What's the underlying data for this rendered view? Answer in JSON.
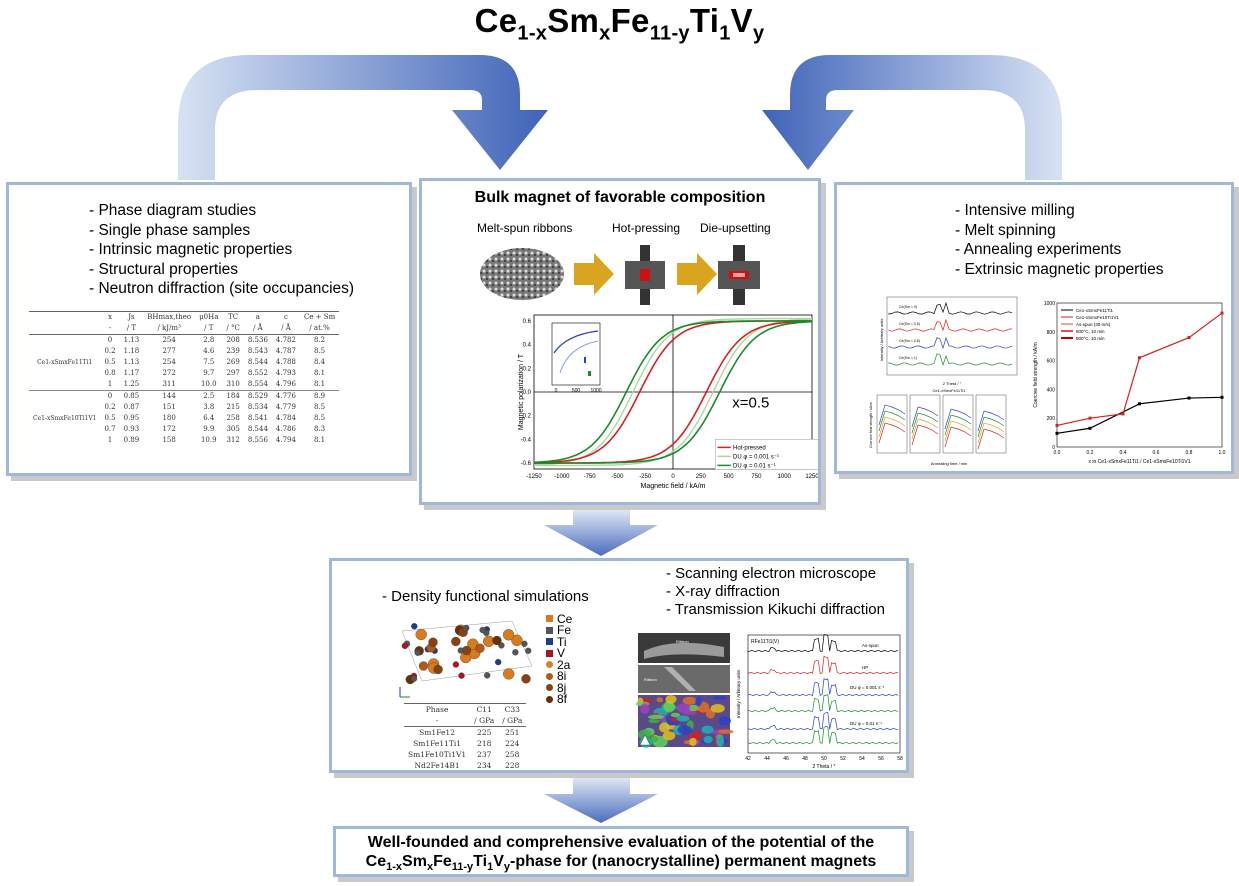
{
  "title": {
    "base": [
      "Ce",
      "Sm",
      "Fe",
      "Ti",
      "V"
    ],
    "subs": [
      "1-x",
      "x",
      "11-y",
      "1",
      "y"
    ]
  },
  "left_panel": {
    "bullets": [
      "Phase diagram studies",
      "Single phase samples",
      "Intrinsic magnetic properties",
      "Structural properties",
      "Neutron diffraction (site occupancies)"
    ],
    "table": {
      "headers1": [
        "",
        "x",
        "Js",
        "BHmax,theo",
        "μ0Ha",
        "TC",
        "a",
        "c",
        "Ce + Sm"
      ],
      "headers2": [
        "",
        "-",
        "/ T",
        "/ kJ/m³",
        "/ T",
        "/ °C",
        "/ Å",
        "/ Å",
        "/ at.%"
      ],
      "group1_label": "Ce1-xSmxFe11Ti1",
      "group1": [
        [
          "0",
          "1.13",
          "254",
          "2.8",
          "208",
          "8.536",
          "4.782",
          "8.2"
        ],
        [
          "0.2",
          "1.18",
          "277",
          "4.6",
          "239",
          "8.543",
          "4.787",
          "8.5"
        ],
        [
          "0.5",
          "1.13",
          "254",
          "7.5",
          "269",
          "8.544",
          "4.788",
          "8.4"
        ],
        [
          "0.8",
          "1.17",
          "272",
          "9.7",
          "297",
          "8.552",
          "4.793",
          "8.1"
        ],
        [
          "1",
          "1.25",
          "311",
          "10.0",
          "310",
          "8.554",
          "4.796",
          "8.1"
        ]
      ],
      "group2_label": "Ce1-xSmxFe10Ti1V1",
      "group2": [
        [
          "0",
          "0.85",
          "144",
          "2.5",
          "184",
          "8.529",
          "4.776",
          "8.9"
        ],
        [
          "0.2",
          "0.87",
          "151",
          "3.8",
          "215",
          "8.534",
          "4.779",
          "8.5"
        ],
        [
          "0.5",
          "0.95",
          "180",
          "6.4",
          "258",
          "8.541",
          "4.784",
          "8.5"
        ],
        [
          "0.7",
          "0.93",
          "172",
          "9.9",
          "305",
          "8.544",
          "4.786",
          "8.3"
        ],
        [
          "1",
          "0.89",
          "158",
          "10.9",
          "312",
          "8.556",
          "4.794",
          "8.1"
        ]
      ]
    }
  },
  "center_panel": {
    "heading": "Bulk magnet of favorable composition",
    "steps": [
      "Melt-spun ribbons",
      "Hot-pressing",
      "Die-upsetting"
    ],
    "plot": {
      "xlabel": "Magnetic field / kA/m",
      "ylabel": "Magnetic polarization / T",
      "xticks": [
        "-1250",
        "-1000",
        "-750",
        "-500",
        "-250",
        "0",
        "250",
        "500",
        "750",
        "1000",
        "1250"
      ],
      "yticks": [
        "0.6",
        "0.4",
        "0.2",
        "0.0",
        "-0.2",
        "-0.4",
        "-0.6"
      ],
      "annotation": "x=0.5",
      "legend": [
        "Hot-pressed",
        "DU φ = 0.001 s⁻¹",
        "DU φ = 0.01 s⁻¹"
      ],
      "inset_ticks": [
        "0",
        "500",
        "1000"
      ]
    }
  },
  "right_panel": {
    "bullets": [
      "Intensive milling",
      "Melt spinning",
      "Annealing experiments",
      "Extrinsic magnetic properties"
    ],
    "plot": {
      "ylabel": "Coercive field strength / kA/m",
      "xlabel": "x in Ce1-xSmxFe11Ti1 / Ce1-xSmxFe10Ti1V1",
      "yticks": [
        "1000",
        "800",
        "600",
        "400",
        "200",
        "0"
      ],
      "xticks": [
        "0.0",
        "0.2",
        "0.4",
        "0.6",
        "0.8",
        "1.0"
      ],
      "legend": [
        "Ce1-xSmxFe11Ti1",
        "Ce1-xSmxFe10Ti1V1",
        "As-spun (30 m/s)",
        "800°C, 10 min",
        "900°C, 10 min"
      ]
    },
    "xrd_xlabel": "2 Theta / °",
    "xrd_ylabel": "Intensity / Arbitrary units",
    "xrd_labels": [
      "Ce(Sm = 0)",
      "Ce(Sm = 0.5)",
      "Ce(Sm = 0.8)",
      "Ce(Sm = 1)"
    ],
    "small_title": "Ce1-xSmxFe11Ti1",
    "small_xlabel": "Annealing time / min",
    "small_ylabel": "Coercive field strength / kA/m"
  },
  "bottom_panel": {
    "left_bullet": "Density functional simulations",
    "legend": [
      "Ce",
      "Fe",
      "Ti",
      "V",
      "2a",
      "8i",
      "8j",
      "8f"
    ],
    "legend_colors": [
      "#d77b1e",
      "#555555",
      "#1e3d8f",
      "#b01020",
      "#d9802a",
      "#b05a1a",
      "#8b4010",
      "#6a2f0a"
    ],
    "elastic_table": {
      "headers1": [
        "Phase",
        "C11",
        "C33"
      ],
      "headers2": [
        "-",
        "/ GPa",
        "/ GPa"
      ],
      "rows": [
        [
          "Sm1Fe12",
          "225",
          "251"
        ],
        [
          "Sm1Fe11Ti1",
          "218",
          "224"
        ],
        [
          "Sm1Fe10Ti1V1",
          "237",
          "258"
        ],
        [
          "Nd2Fe14B1",
          "234",
          "228"
        ]
      ]
    },
    "right_bullets": [
      "Scanning electron microscope",
      "X-ray  diffraction",
      "Transmission Kikuchi diffraction"
    ],
    "xrd": {
      "title": "RFe11Ti1(V)",
      "labels": [
        "As-spun",
        "HP",
        "DU φ = 0.001 s⁻¹",
        "DU φ = 0.01 s⁻¹"
      ],
      "xlabel": "2 Theta / °",
      "ylabel": "Intensity / Arbitrary units",
      "xticks": [
        "42",
        "44",
        "46",
        "48",
        "50",
        "52",
        "54",
        "56",
        "58"
      ]
    },
    "sem_labels": [
      "Ribbon",
      "Ribbon"
    ]
  },
  "final": {
    "line1": "Well-founded and comprehensive evaluation of the potential of the",
    "line2_base": [
      "Ce",
      "Sm",
      "Fe",
      "Ti",
      "V"
    ],
    "line2_subs": [
      "1-x",
      "x",
      "11-y",
      "1",
      "y"
    ],
    "line2_tail": "-phase for (nanocrystalline) permanent magnets"
  }
}
